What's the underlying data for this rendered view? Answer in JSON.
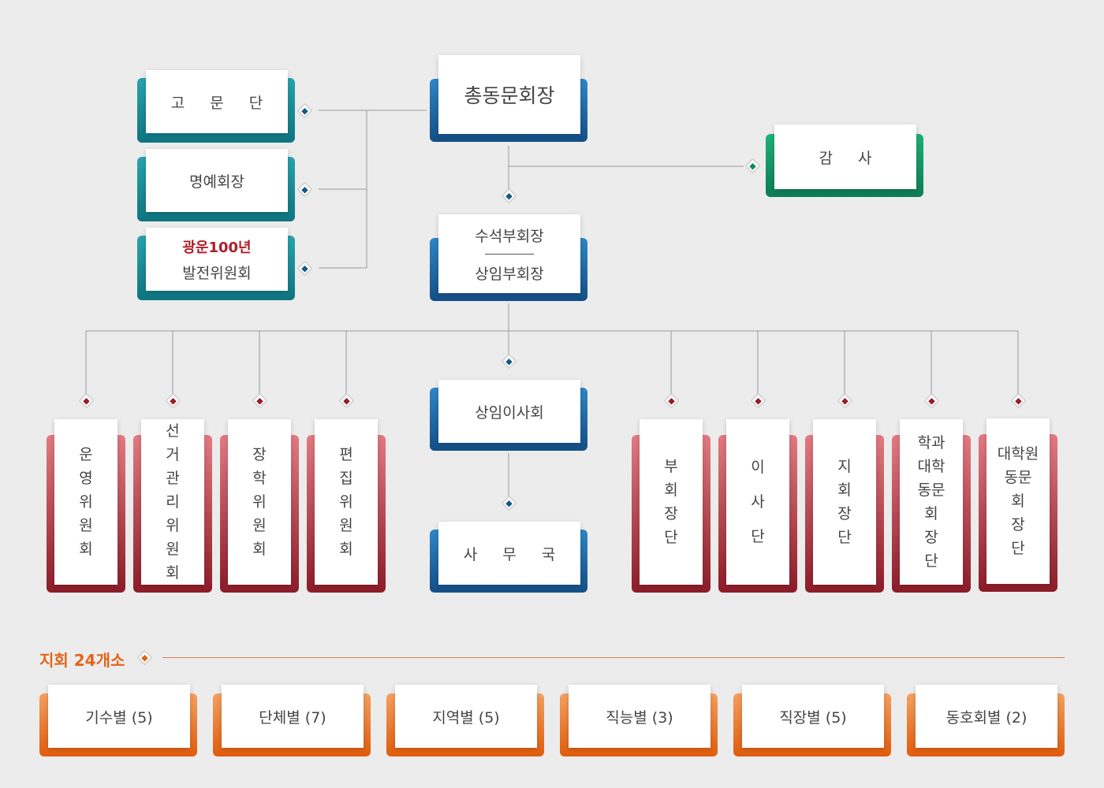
{
  "top": {
    "president": "총동문회장"
  },
  "left": {
    "advisors": "고 문 단",
    "honorary": "명예회장",
    "development_highlight": "광운100년",
    "development": "발전위원회"
  },
  "audit": "감 사",
  "vice": {
    "senior": "수석부회장",
    "standing": "상임부회장"
  },
  "standing_board": "상임이사회",
  "secretariat": "사 무 국",
  "committees": [
    {
      "chars": [
        "운",
        "영",
        "위",
        "원",
        "회"
      ]
    },
    {
      "chars": [
        "선",
        "거",
        "관",
        "리",
        "위",
        "원",
        "회"
      ]
    },
    {
      "chars": [
        "장",
        "학",
        "위",
        "원",
        "회"
      ]
    },
    {
      "chars": [
        "편",
        "집",
        "위",
        "원",
        "회"
      ]
    }
  ],
  "divisions": [
    {
      "chars": [
        "부",
        "회",
        "장",
        "단"
      ]
    },
    {
      "chars": [
        "이",
        "사",
        "단"
      ]
    },
    {
      "chars": [
        "지",
        "회",
        "장",
        "단"
      ]
    },
    {
      "chars": [
        "학과",
        "대학",
        "동문",
        "회",
        "장",
        "단"
      ]
    },
    {
      "chars": [
        "대학원",
        "동문",
        "회",
        "장",
        "단"
      ]
    }
  ],
  "branches": {
    "title": "지회 24개소",
    "items": [
      "기수별 (5)",
      "단체별 (7)",
      "지역별 (5)",
      "직능별 (3)",
      "직장별 (5)",
      "동호회별 (2)"
    ]
  },
  "colors": {
    "teal": "#138a95",
    "blue": "#1b5f98",
    "green": "#0f8d5e",
    "red": "#9b1b28",
    "orange": "#e3651a",
    "highlight": "#b01e2a"
  }
}
